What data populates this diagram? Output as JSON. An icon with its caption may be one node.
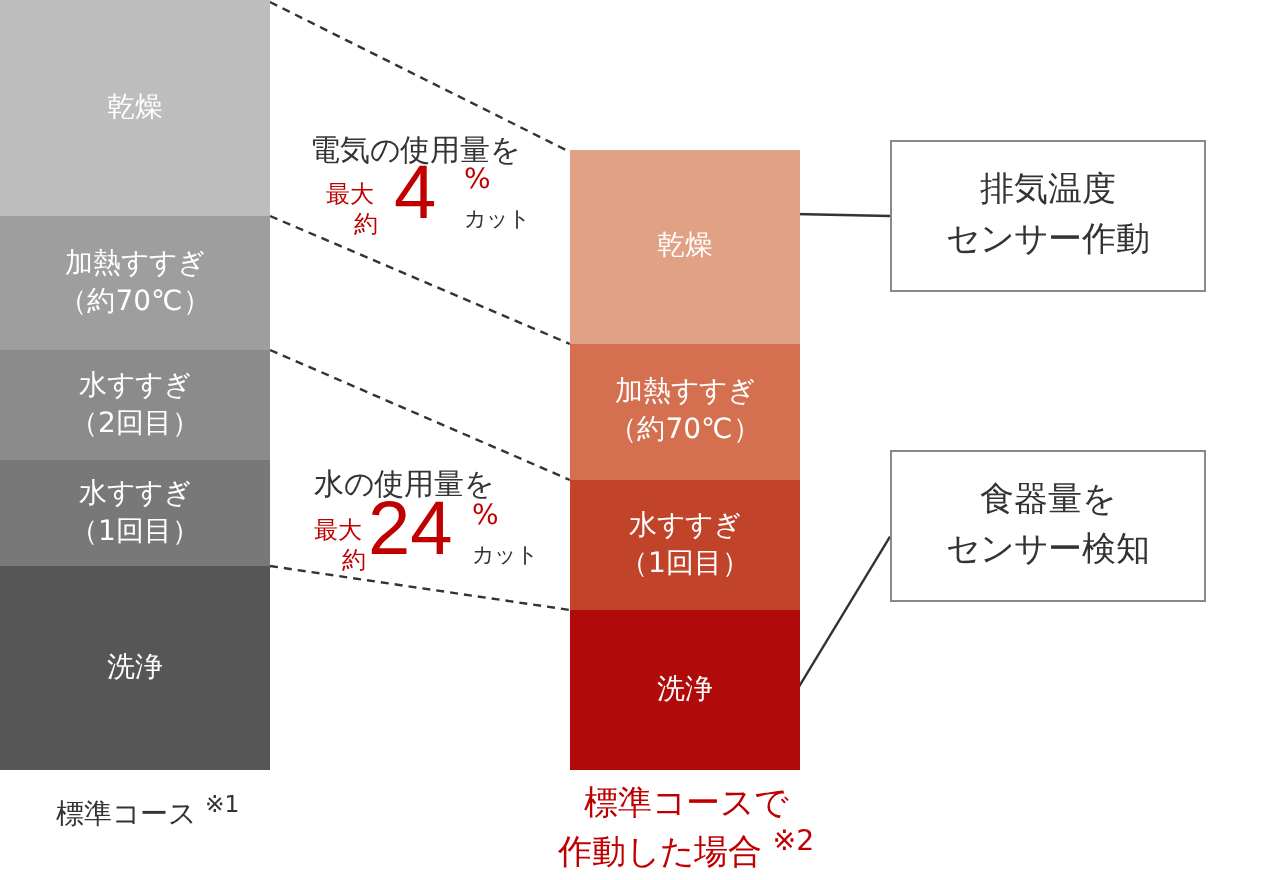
{
  "diagram": {
    "nodes": [
      {
        "text": [
          "乾燥"
        ]
      },
      {
        "text": [
          "加熱すすぎ（約70℃）"
        ]
      },
      {
        "text": [
          "水すすぎ（2回目）"
        ]
      },
      {
        "text": [
          "水すすぎ（1回目）"
        ]
      },
      {
        "text": [
          "洗浄"
        ]
      },
      {
        "text": [
          "乾燥"
        ]
      },
      {
        "text": [
          "加熱すすぎ（約70℃）"
        ]
      },
      {
        "text": [
          "水すすぎ（1回目）"
        ]
      },
      {
        "text": [
          "洗浄"
        ]
      },
      {
        "text": [
          "排気温度センサー作動"
        ]
      },
      {
        "text": [
          "食器量をセンサー検知"
        ]
      }
    ],
    "edges": [
      {
        "from": 0,
        "to": 5,
        "arrow": "none",
        "style": "dashed"
      },
      {
        "from": 0,
        "to": 5,
        "arrow": "none",
        "style": "dashed"
      },
      {
        "from": 1,
        "to": 6,
        "arrow": "none",
        "style": "dashed"
      },
      {
        "from": 3,
        "to": 7,
        "arrow": "none",
        "style": "dashed"
      },
      {
        "from": 9,
        "to": 5,
        "arrow": "other"
      },
      {
        "from": 10,
        "to": 8,
        "arrow": "other"
      }
    ],
    "labels": [
      "電気の使用量を",
      "最大",
      "約",
      "4",
      "%",
      "カット",
      "水の使用量を",
      "最大",
      "約",
      "24",
      "%",
      "カット",
      "標準コース $^{※1}$",
      "標準コースで作動した場合 $^{※2}$"
    ]
  }
}
